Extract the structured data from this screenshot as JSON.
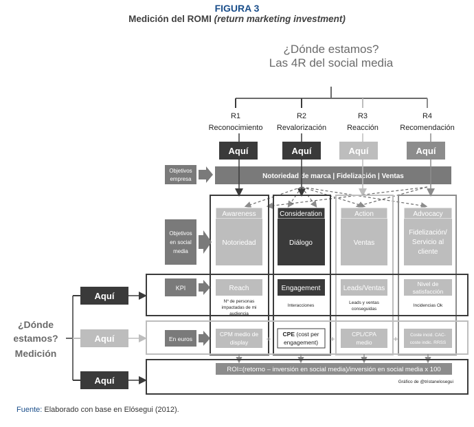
{
  "figure": {
    "label": "FIGURA 3",
    "title_main": "Medición del ROMI",
    "title_italic": "(return marketing investment)"
  },
  "top_question": {
    "line1": "¿Dónde estamos?",
    "line2": "Las 4R del social media"
  },
  "side_question": {
    "line1": "¿Dónde",
    "line2": "estamos?",
    "line3": "Medición"
  },
  "columns": [
    {
      "code": "R1",
      "name": "Reconocimiento",
      "aqui": "Aquí",
      "stage": "Awareness",
      "objective": "Notoriedad",
      "kpi": "Reach",
      "kpi_note": "Nº de personas impactadas de mi audiencia",
      "euro_metric": "CPM medio de display",
      "color": "#3a3a3a"
    },
    {
      "code": "R2",
      "name": "Revalorización",
      "aqui": "Aquí",
      "stage": "Consideration",
      "objective": "Diálogo",
      "kpi": "Engagement",
      "kpi_note": "Interacciones",
      "euro_metric_bold": "CPE",
      "euro_metric": "(cost per engagement)",
      "color": "#3a3a3a"
    },
    {
      "code": "R3",
      "name": "Reacción",
      "aqui": "Aquí",
      "stage": "Action",
      "objective": "Ventas",
      "kpi": "Leads/Ventas",
      "kpi_note": "Leads y ventas conseguidas",
      "euro_metric": "CPL/CPA medio",
      "color": "#bdbdbd"
    },
    {
      "code": "R4",
      "name": "Recomendación",
      "aqui": "Aquí",
      "stage": "Advocacy",
      "objective": "Fidelización/ Servicio al cliente",
      "kpi": "Nivel de satisfacción",
      "kpi_note": "Incidencias Ok",
      "euro_metric": "Coste incid. CAC-coste indic. RRSS",
      "color": "#8c8c8c"
    }
  ],
  "left_labels": {
    "objetivos_empresa": "Objetivos empresa",
    "objetivos_social": "Objetivos en social media",
    "kpi": "KPI",
    "en_euros": "En euros"
  },
  "business_goals_bar": "Notoriedad de marca | Fidelización | Ventas",
  "side_aqui": [
    "Aquí",
    "Aquí",
    "Aquí"
  ],
  "romi_formula": "ROI=(retorno – inversión en social media)/inversión en social media x 100",
  "credit": "Gráfico de @tristanelosegui",
  "source": {
    "label": "Fuente:",
    "text": "Elaborado con base en Elósegui (2012)."
  }
}
